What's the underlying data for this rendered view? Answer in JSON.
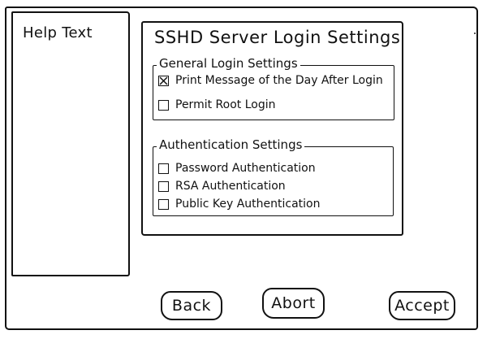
{
  "help": {
    "label": "Help Text"
  },
  "panel": {
    "title": "SSHD Server Login Settings",
    "general": {
      "legend": "General Login Settings",
      "options": [
        {
          "label": "Print Message of the Day After Login",
          "checked": true
        },
        {
          "label": "Permit Root Login",
          "checked": false
        }
      ]
    },
    "auth": {
      "legend": "Authentication Settings",
      "options": [
        {
          "label": "Password Authentication",
          "checked": false
        },
        {
          "label": "RSA Authentication",
          "checked": false
        },
        {
          "label": "Public Key Authentication",
          "checked": false
        }
      ]
    }
  },
  "buttons": {
    "back": "Back",
    "abort": "Abort",
    "accept": "Accept"
  }
}
